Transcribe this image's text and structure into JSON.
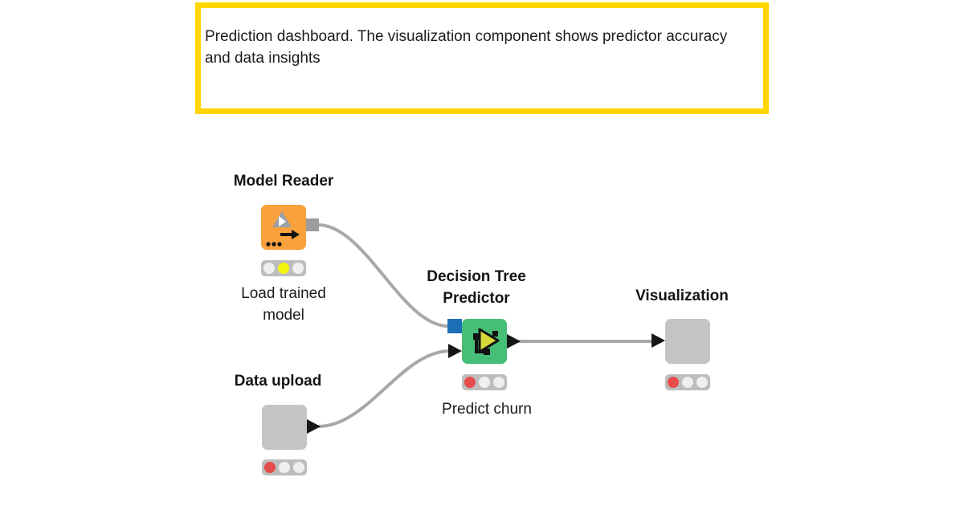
{
  "annotation": {
    "text": "Prediction dashboard. The visualization component shows predictor accuracy and data insights",
    "border_color": "#FFD500"
  },
  "nodes": {
    "model_reader": {
      "title": "Model Reader",
      "label": "Load trained model",
      "traffic_light": "yellow",
      "body_color": "#F9A13C",
      "icon": "model-reader-icon"
    },
    "data_upload": {
      "title": "Data upload",
      "traffic_light": "red",
      "body_color": "#C4C4C4"
    },
    "predictor": {
      "title": "Decision Tree Predictor",
      "label": "Predict churn",
      "traffic_light": "red",
      "body_color": "#47BE77",
      "icon": "predictor-icon"
    },
    "visualization": {
      "title": "Visualization",
      "traffic_light": "red",
      "body_color": "#C4C4C4"
    }
  },
  "colors": {
    "annotation_border": "#FFD500",
    "wire": "#A8A8A8",
    "model_port_blue": "#1D6FB5",
    "output_port_gray": "#9C9C9C",
    "traffic_background": "#BDBDBD",
    "traffic_unlit": "#EFEFEF",
    "traffic_yellow": "#F5F50F",
    "traffic_red": "#E64C4C"
  }
}
